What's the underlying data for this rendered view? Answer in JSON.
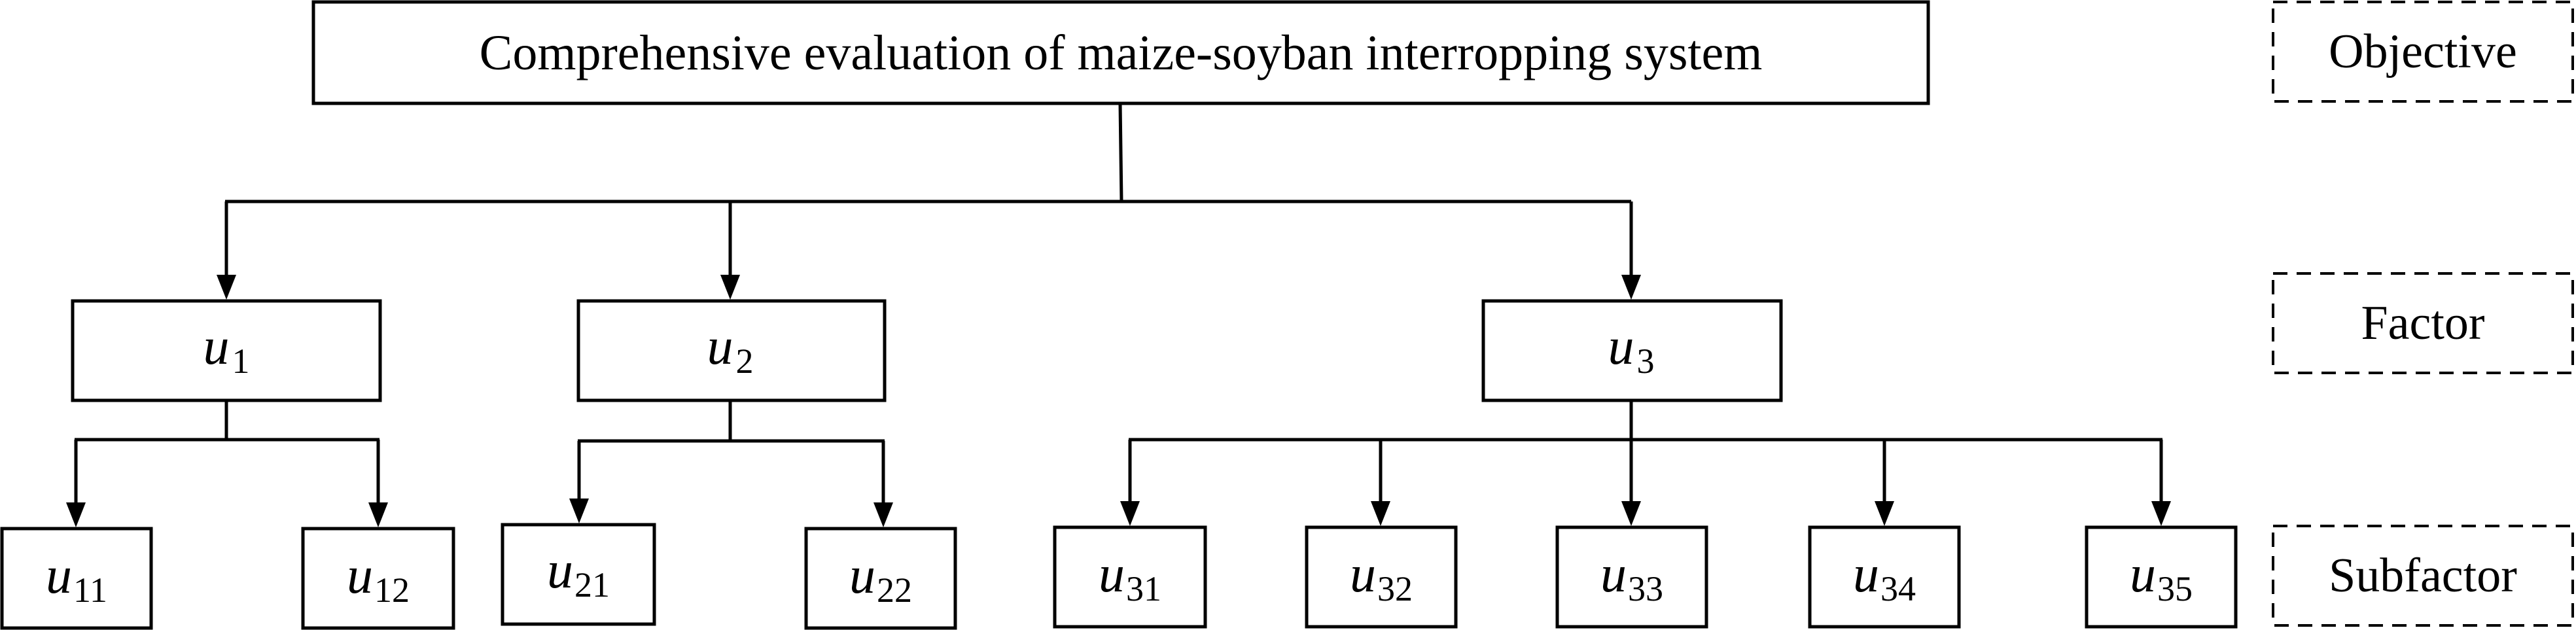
{
  "objective": {
    "label": "Comprehensive evaluation of maize-soyban interropping system"
  },
  "levels": [
    {
      "id": "objective",
      "label": "Objective"
    },
    {
      "id": "factor",
      "label": "Factor"
    },
    {
      "id": "subfactor",
      "label": "Subfactor"
    }
  ],
  "factors": [
    {
      "id": "u1",
      "main": "u",
      "sub": "1",
      "subfactors": [
        {
          "id": "u11",
          "main": "u",
          "sub": "11"
        },
        {
          "id": "u12",
          "main": "u",
          "sub": "12"
        }
      ]
    },
    {
      "id": "u2",
      "main": "u",
      "sub": "2",
      "subfactors": [
        {
          "id": "u21",
          "main": "u",
          "sub": "21"
        },
        {
          "id": "u22",
          "main": "u",
          "sub": "22"
        }
      ]
    },
    {
      "id": "u3",
      "main": "u",
      "sub": "3",
      "subfactors": [
        {
          "id": "u31",
          "main": "u",
          "sub": "31"
        },
        {
          "id": "u32",
          "main": "u",
          "sub": "32"
        },
        {
          "id": "u33",
          "main": "u",
          "sub": "33"
        },
        {
          "id": "u34",
          "main": "u",
          "sub": "34"
        },
        {
          "id": "u35",
          "main": "u",
          "sub": "35"
        }
      ]
    }
  ]
}
